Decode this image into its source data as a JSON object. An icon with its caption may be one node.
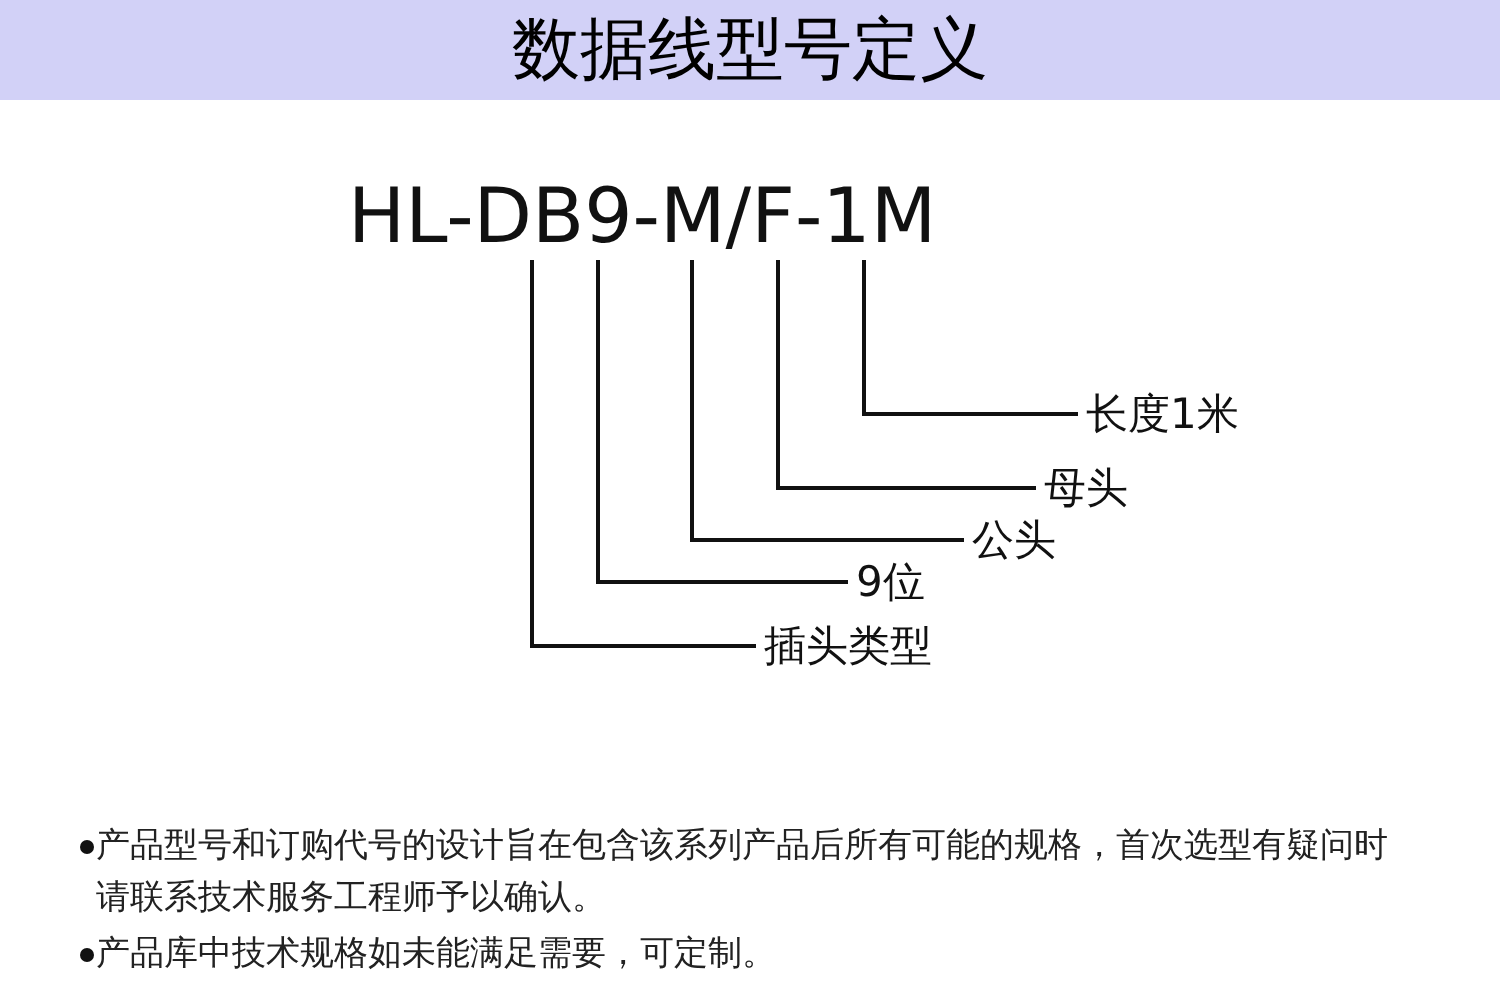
{
  "diagram": {
    "title": "数据线型号定义",
    "nodes": [
      {
        "text": [
          "HL-DB9-M/F-1M"
        ]
      },
      {
        "text": [
          "长度1米"
        ]
      },
      {
        "text": [
          "母头"
        ]
      },
      {
        "text": [
          "公头"
        ]
      },
      {
        "text": [
          "9位"
        ]
      },
      {
        "text": [
          "插头类型"
        ]
      }
    ],
    "edges": [
      {
        "from": 1,
        "to": 0,
        "arrow": "none"
      },
      {
        "from": 2,
        "to": 0,
        "arrow": "none"
      },
      {
        "from": 3,
        "to": 0,
        "arrow": "none"
      },
      {
        "from": 4,
        "to": 0,
        "arrow": "none"
      },
      {
        "from": 5,
        "to": 0,
        "arrow": "none"
      }
    ],
    "labels": [
      "产品型号和订购代号的设计旨在包含该系列产品后所有可能的规格，首次选型有疑问时请联系技术服务工程师予以确认。",
      "产品库中技术规格如未能满足需要，可定制。"
    ]
  }
}
